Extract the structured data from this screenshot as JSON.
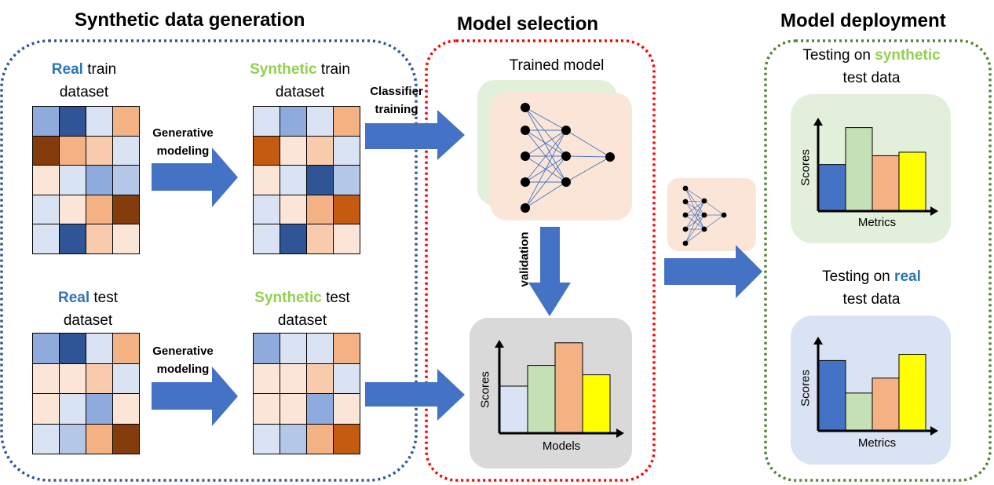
{
  "sections": {
    "synthetic_generation": "Synthetic data generation",
    "model_selection": "Model selection",
    "model_deployment": "Model deployment"
  },
  "labels": {
    "real_word": "Real",
    "synthetic_word": "Synthetic",
    "train_suffix": " train",
    "test_suffix": " test",
    "dataset": "dataset",
    "generative_modeling_1": "Generative",
    "generative_modeling_2": "modeling",
    "classifier_training_1": "Classifier",
    "classifier_training_2": "training",
    "trained_model": "Trained model",
    "validation": "validation",
    "scores": "Scores",
    "models": "Models",
    "metrics": "Metrics",
    "testing_on": "Testing on ",
    "synthetic_lower": "synthetic",
    "real_lower": "real",
    "test_data": "test data"
  },
  "colors": {
    "real_blue": "#2e75b6",
    "synthetic_green": "#92d050",
    "arrow": "#4472c4",
    "section1_border": "#2f5597",
    "section2_border": "#ff0000",
    "section3_border": "#548235",
    "cell_palette": {
      "a": "#8faadc",
      "b": "#2f5597",
      "c": "#dae3f3",
      "d": "#f4b183",
      "e": "#843c0c",
      "f": "#f8cbad",
      "g": "#fbe5d6",
      "h": "#b4c7e7",
      "i": "#c55a11"
    }
  },
  "grids": {
    "real_train": [
      [
        "a",
        "b",
        "c",
        "d"
      ],
      [
        "e",
        "d",
        "f",
        "c"
      ],
      [
        "g",
        "c",
        "a",
        "h"
      ],
      [
        "c",
        "g",
        "d",
        "e"
      ],
      [
        "c",
        "b",
        "f",
        "g"
      ]
    ],
    "synthetic_train": [
      [
        "c",
        "a",
        "c",
        "d"
      ],
      [
        "i",
        "g",
        "f",
        "c"
      ],
      [
        "g",
        "c",
        "b",
        "h"
      ],
      [
        "c",
        "g",
        "d",
        "i"
      ],
      [
        "c",
        "b",
        "f",
        "g"
      ]
    ],
    "real_test": [
      [
        "a",
        "b",
        "c",
        "d"
      ],
      [
        "g",
        "g",
        "f",
        "c"
      ],
      [
        "g",
        "c",
        "a",
        "g"
      ],
      [
        "c",
        "h",
        "d",
        "e"
      ]
    ],
    "synthetic_test": [
      [
        "a",
        "c",
        "c",
        "d"
      ],
      [
        "g",
        "g",
        "f",
        "c"
      ],
      [
        "g",
        "g",
        "a",
        "g"
      ],
      [
        "c",
        "h",
        "d",
        "i"
      ]
    ]
  },
  "chart_data": [
    {
      "type": "bar",
      "xlabel": "Models",
      "ylabel": "Scores",
      "colors": [
        "#dae3f3",
        "#c5e0b4",
        "#f4b183",
        "#ffff00"
      ],
      "values": [
        0.5,
        0.72,
        0.96,
        0.62
      ]
    },
    {
      "type": "bar",
      "xlabel": "Metrics",
      "ylabel": "Scores",
      "colors": [
        "#4472c4",
        "#c5e0b4",
        "#f4b183",
        "#ffff00"
      ],
      "values": [
        0.53,
        0.95,
        0.63,
        0.67
      ]
    },
    {
      "type": "bar",
      "xlabel": "Metrics",
      "ylabel": "Scores",
      "colors": [
        "#4472c4",
        "#c5e0b4",
        "#f4b183",
        "#ffff00"
      ],
      "values": [
        0.8,
        0.43,
        0.6,
        0.87
      ]
    }
  ]
}
